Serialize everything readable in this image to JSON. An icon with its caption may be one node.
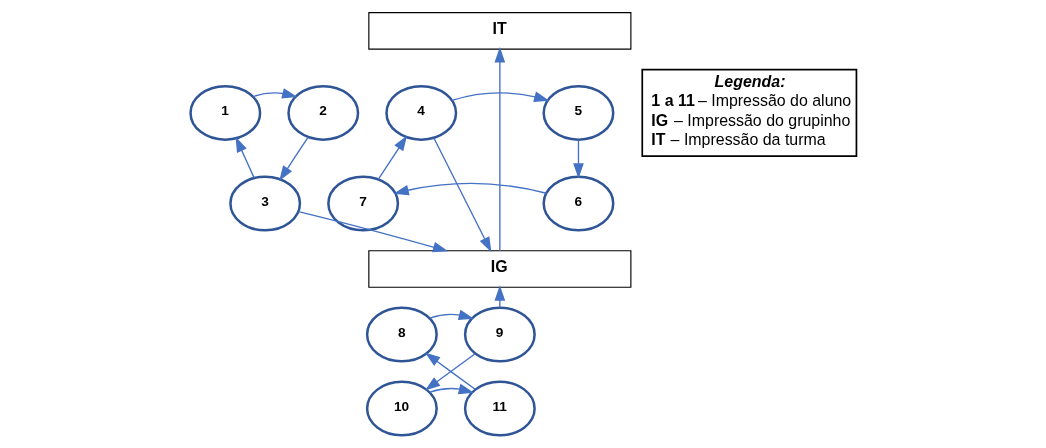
{
  "diagram": {
    "nodes": [
      {
        "text": [
          "IT"
        ]
      },
      {
        "text": [
          "1"
        ]
      },
      {
        "text": [
          "2"
        ]
      },
      {
        "text": [
          "4"
        ]
      },
      {
        "text": [
          "5"
        ]
      },
      {
        "text": [
          "Legenda:",
          "**1 a 11** – Impressão do aluno",
          "**IG** – Impressão do grupinho",
          "**IT** – Impressão da turma"
        ]
      },
      {
        "text": [
          "3"
        ]
      },
      {
        "text": [
          "7"
        ]
      },
      {
        "text": [
          "6"
        ]
      },
      {
        "text": [
          "IG"
        ]
      },
      {
        "text": [
          "8"
        ]
      },
      {
        "text": [
          "9"
        ]
      },
      {
        "text": [
          "11"
        ]
      },
      {
        "text": [
          "10"
        ]
      }
    ],
    "edges": [
      {
        "from": 1,
        "to": 2,
        "arrow": "to"
      },
      {
        "from": 2,
        "to": 6,
        "arrow": "to"
      },
      {
        "from": 6,
        "to": 1,
        "arrow": "to"
      },
      {
        "from": 3,
        "to": 4,
        "arrow": "to"
      },
      {
        "from": 4,
        "to": 8,
        "arrow": "to"
      },
      {
        "from": 8,
        "to": 7,
        "arrow": "to"
      },
      {
        "from": 7,
        "to": 3,
        "arrow": "to"
      },
      {
        "from": 6,
        "to": 9,
        "arrow": "to"
      },
      {
        "from": 3,
        "to": 9,
        "arrow": "to"
      },
      {
        "from": 9,
        "to": 0,
        "arrow": "to"
      },
      {
        "from": 10,
        "to": 11,
        "arrow": "to"
      },
      {
        "from": 11,
        "to": 13,
        "arrow": "to"
      },
      {
        "from": 13,
        "to": 12,
        "arrow": "to"
      },
      {
        "from": 12,
        "to": 10,
        "arrow": "to"
      },
      {
        "from": 11,
        "to": 9,
        "arrow": "to"
      }
    ]
  }
}
